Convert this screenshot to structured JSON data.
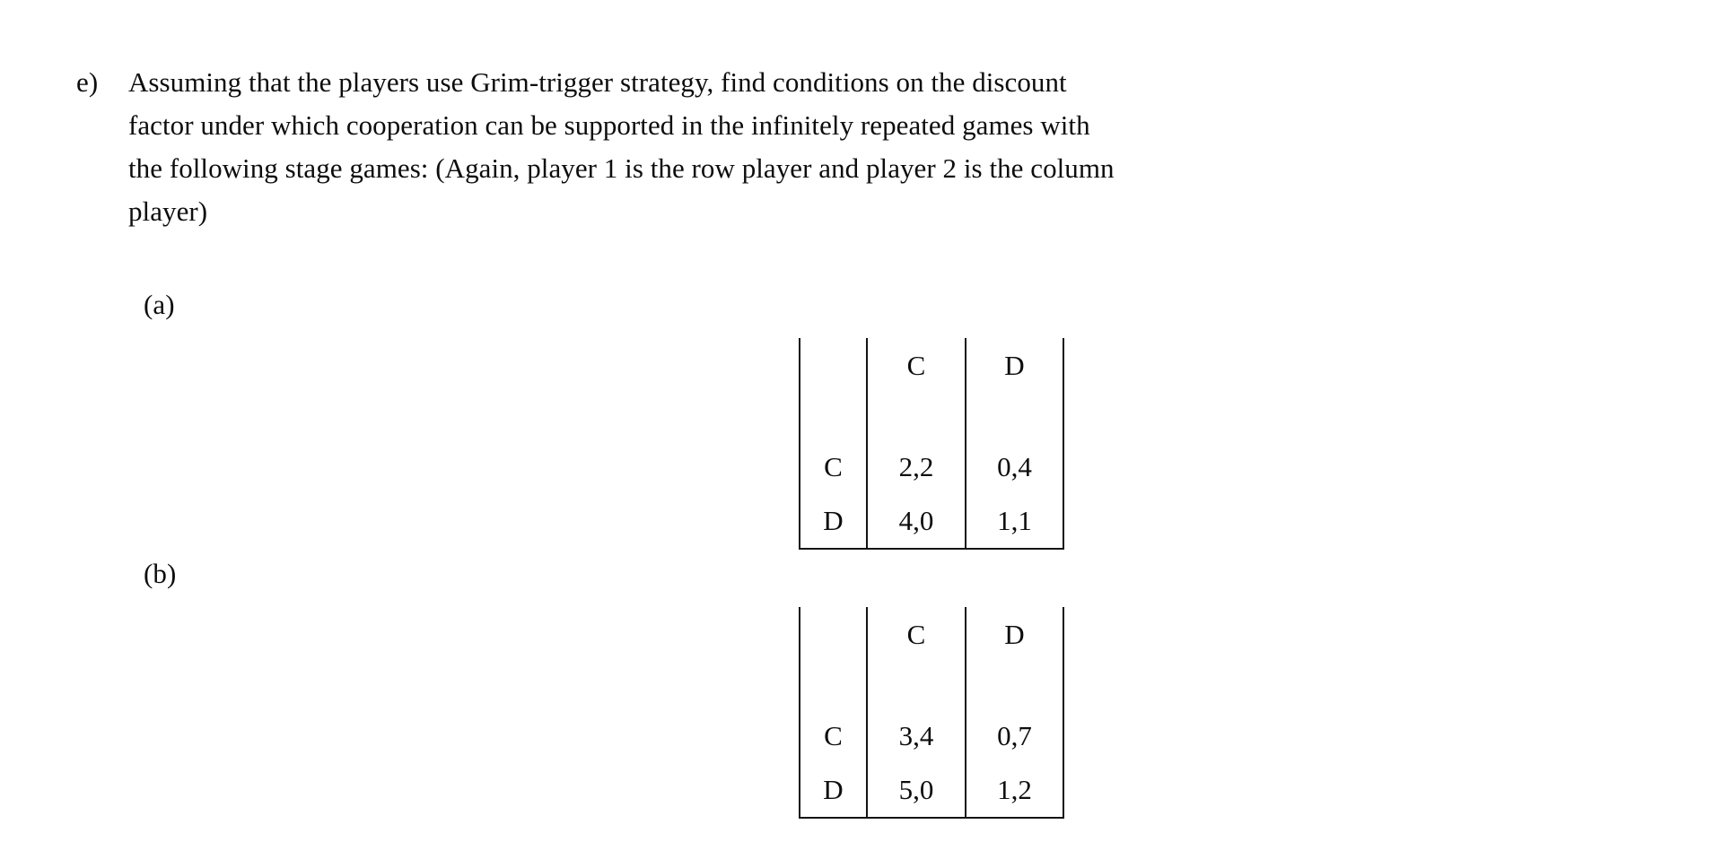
{
  "question": {
    "marker": "e)",
    "lines": [
      "Assuming that the players use Grim-trigger strategy, find conditions on the discount",
      "factor under which cooperation can be supported in the infinitely repeated games with",
      "the following stage games: (Again, player 1 is the row player and player 2 is the column",
      "player)"
    ]
  },
  "parts": [
    {
      "label": "(a)",
      "matrix": {
        "corner": "",
        "column_headers": [
          "C",
          "D"
        ],
        "row_headers": [
          "C",
          "D"
        ],
        "cells": [
          [
            "2,2",
            "0,4"
          ],
          [
            "4,0",
            "1,1"
          ]
        ]
      }
    },
    {
      "label": "(b)",
      "matrix": {
        "corner": "",
        "column_headers": [
          "C",
          "D"
        ],
        "row_headers": [
          "C",
          "D"
        ],
        "cells": [
          [
            "3,4",
            "0,7"
          ],
          [
            "5,0",
            "1,2"
          ]
        ]
      }
    }
  ],
  "colors": {
    "background": "#ffffff",
    "text": "#0d0d0d",
    "rule": "#141414"
  }
}
